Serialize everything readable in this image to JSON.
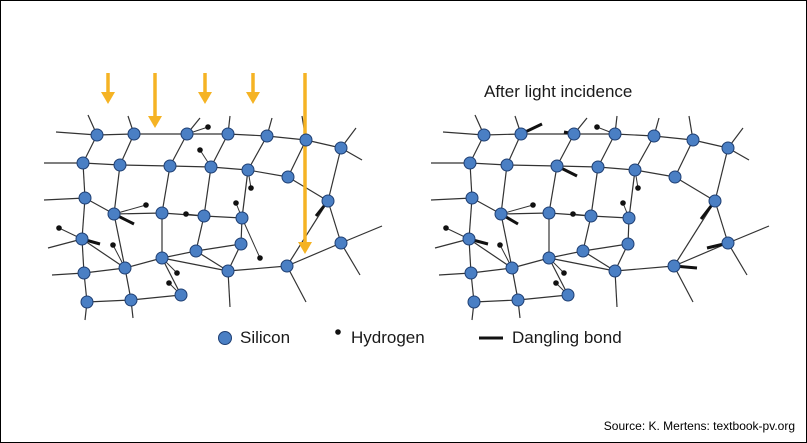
{
  "diagram": {
    "right_panel_title": "After light incidence",
    "legend": {
      "silicon": "Silicon",
      "hydrogen": "Hydrogen",
      "dangling_bond": "Dangling bond"
    },
    "source": "Source: K. Mertens: textbook-pv.org",
    "colors": {
      "silicon_fill": "#4a7fc4",
      "silicon_stroke": "#1f3f73",
      "bond": "#333333",
      "arrow": "#f5b324",
      "hydrogen": "#111111",
      "dangling_bond": "#111111"
    },
    "icons": {
      "light_arrow": "arrow-down-icon",
      "silicon_atom": "circle-icon",
      "hydrogen_atom": "dot-icon",
      "dangling_bond": "thick-line-icon"
    }
  }
}
